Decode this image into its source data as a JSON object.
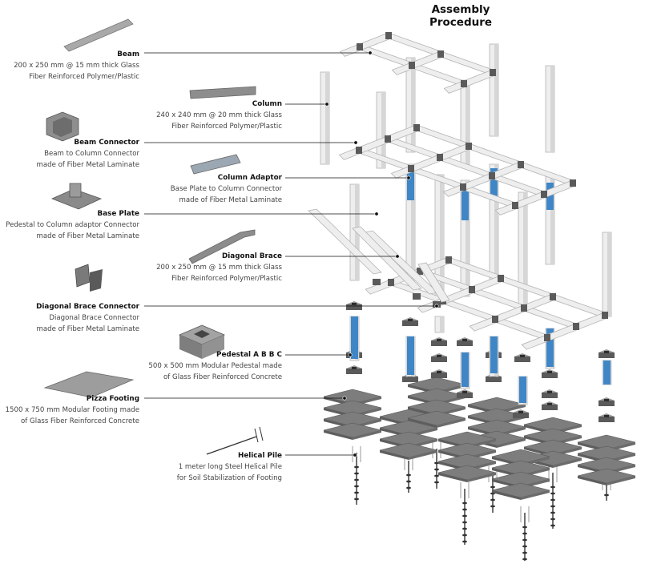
{
  "title": "Assembly Procedure",
  "colors": {
    "white_frame": "#eeeeee",
    "frame_stroke": "#b3b3b3",
    "steel": "#8a8a8a",
    "dark_part": "#5a5a5a",
    "blue_adaptor": "#3f86c6",
    "concrete": "#7d7d7d",
    "leader": "#111111"
  },
  "components": [
    {
      "name": "Beam",
      "desc": "200 x 250 mm @ 15 mm thick Glass\nFiber Reinforced Polymer/Plastic"
    },
    {
      "name": "Column",
      "desc": "240 x 240 mm @ 20 mm thick Glass\nFiber Reinforced Polymer/Plastic"
    },
    {
      "name": "Beam Connector",
      "desc": "Beam to Column Connector\nmade of Fiber Metal Laminate"
    },
    {
      "name": "Column Adaptor",
      "desc": "Base Plate to Column Connector\nmade of Fiber Metal Laminate"
    },
    {
      "name": "Base Plate",
      "desc": "Pedestal to Column adaptor Connector\nmade of Fiber Metal Laminate"
    },
    {
      "name": "Diagonal Brace",
      "desc": "200 x 250 mm @ 15 mm thick Glass\nFiber Reinforced Polymer/Plastic"
    },
    {
      "name": "Diagonal Brace Connector",
      "desc": "Diagonal Brace Connector\nmade of Fiber Metal Laminate"
    },
    {
      "name": "Pedestal A B B C",
      "desc": "500 x 500 mm Modular Pedestal made\nof Glass Fiber Reinforced Concrete"
    },
    {
      "name": "Pizza Footing",
      "desc": "1500 x 750 mm Modular Footing made\nof Glass Fiber Reinforced Concrete"
    },
    {
      "name": "Helical Pile",
      "desc": "1 meter long Steel Helical Pile\nfor Soil Stabilization of Footing"
    }
  ]
}
